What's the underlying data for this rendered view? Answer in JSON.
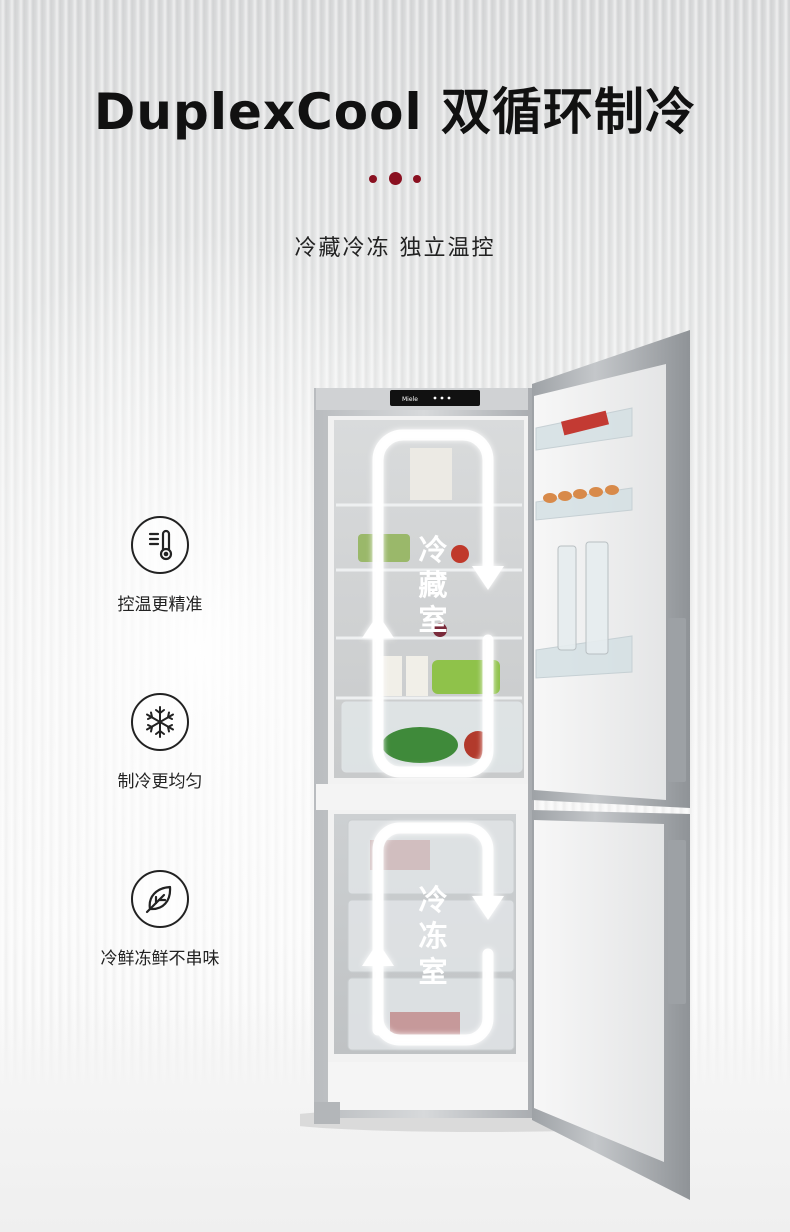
{
  "header": {
    "title": "DuplexCool 双循环制冷",
    "subtitle": "冷藏冷冻 独立温控"
  },
  "accent_color": "#8a1020",
  "features": [
    {
      "icon": "thermometer-icon",
      "label": "控温更精准"
    },
    {
      "icon": "snowflake-icon",
      "label": "制冷更均匀"
    },
    {
      "icon": "leaf-icon",
      "label": "冷鲜冻鲜不串味"
    }
  ],
  "fridge": {
    "brand": "Miele",
    "compartments": [
      {
        "name": "冷藏室",
        "chars": [
          "冷",
          "藏",
          "室"
        ]
      },
      {
        "name": "冷冻室",
        "chars": [
          "冷",
          "冻",
          "室"
        ]
      }
    ]
  }
}
